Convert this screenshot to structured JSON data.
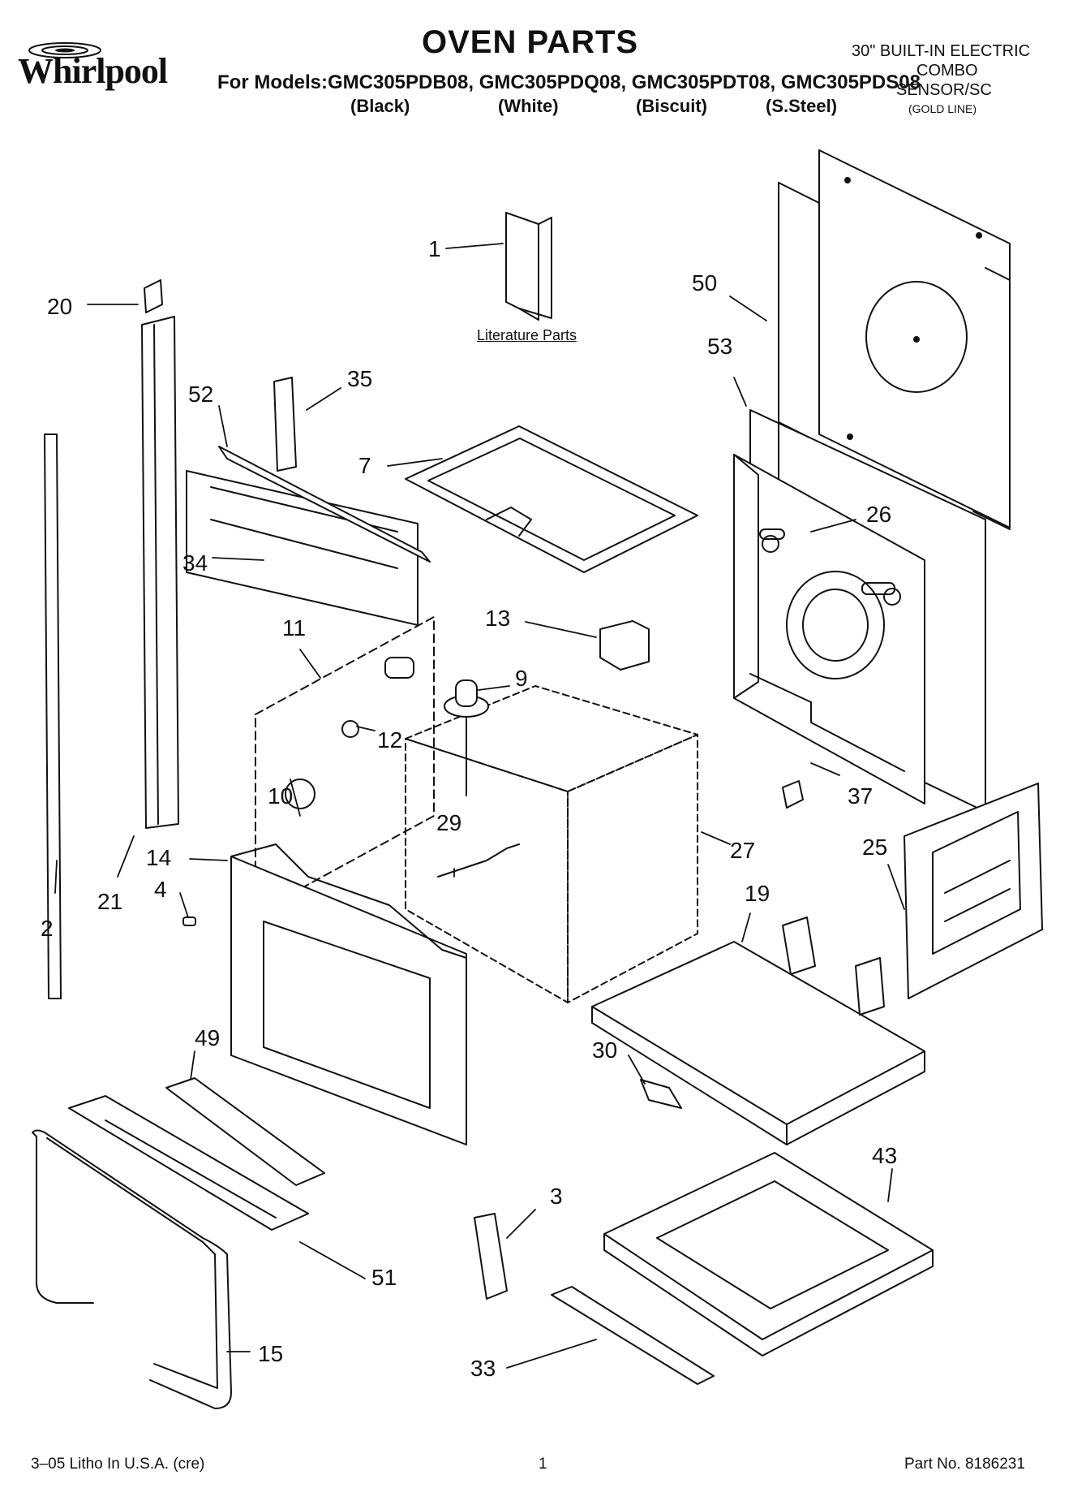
{
  "header": {
    "brand": "Whirlpool",
    "title": "OVEN PARTS",
    "models_line": "For Models:GMC305PDB08, GMC305PDQ08, GMC305PDT08, GMC305PDS08",
    "colors": [
      "(Black)",
      "(White)",
      "(Biscuit)",
      "(S.Steel)"
    ],
    "spec_lines": [
      "30\" BUILT-IN ELECTRIC",
      "COMBO",
      "SENSOR/SC"
    ],
    "spec_note": "(GOLD LINE)"
  },
  "literature_label": "Literature Parts",
  "callouts": [
    "1",
    "2",
    "3",
    "4",
    "7",
    "9",
    "10",
    "11",
    "12",
    "13",
    "14",
    "15",
    "19",
    "20",
    "21",
    "25",
    "26",
    "27",
    "29",
    "30",
    "33",
    "34",
    "35",
    "37",
    "43",
    "49",
    "50",
    "51",
    "52",
    "53"
  ],
  "footer": {
    "left": "3–05 Litho In U.S.A. (cre)",
    "page": "1",
    "part_no": "Part No. 8186231"
  }
}
